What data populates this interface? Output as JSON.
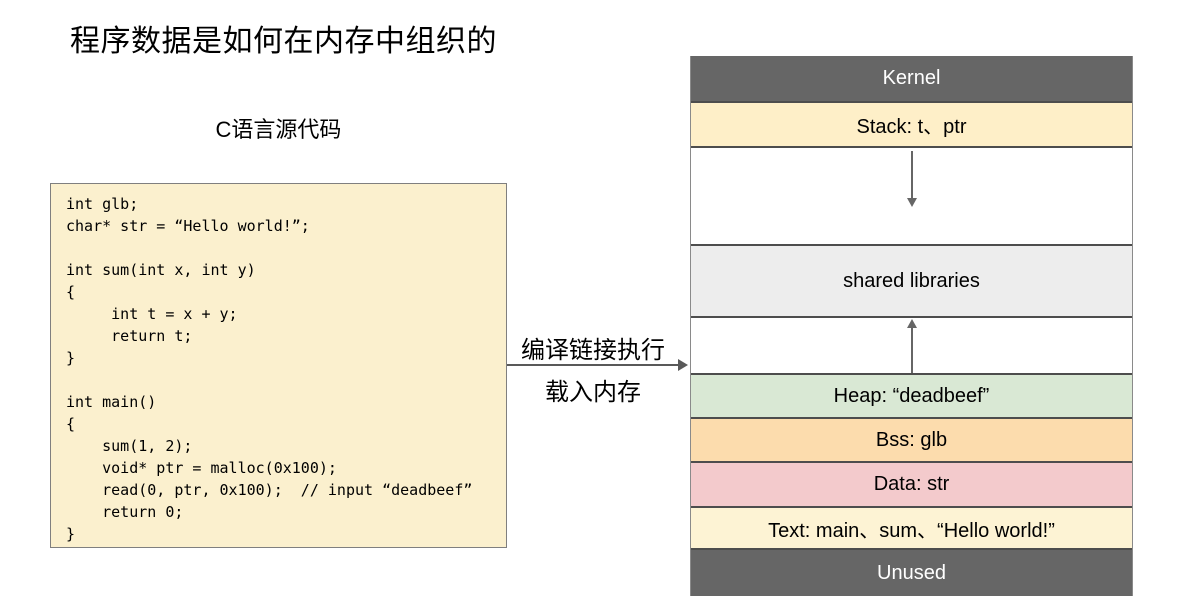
{
  "title": "程序数据是如何在内存中组织的",
  "source": {
    "label": "C语言源代码",
    "code": "int glb;\nchar* str = “Hello world!”;\n\nint sum(int x, int y)\n{\n     int t = x + y;\n     return t;\n}\n\nint main()\n{\n    sum(1, 2);\n    void* ptr = malloc(0x100);\n    read(0, ptr, 0x100);  // input “deadbeef”\n    return 0;\n}"
  },
  "transform": {
    "label_top": "编译链接执行",
    "label_bottom": "载入内存"
  },
  "memory": {
    "sections": [
      {
        "id": "kernel",
        "label": "Kernel",
        "bg": "#666666",
        "fg": "#ffffff"
      },
      {
        "id": "stack",
        "label": "Stack: t、ptr",
        "bg": "#feefc8",
        "fg": "#000000"
      },
      {
        "id": "stack-gap",
        "label": "",
        "bg": "#ffffff",
        "fg": "#000000"
      },
      {
        "id": "shared",
        "label": "shared libraries",
        "bg": "#ededed",
        "fg": "#000000"
      },
      {
        "id": "heap-gap",
        "label": "",
        "bg": "#ffffff",
        "fg": "#000000"
      },
      {
        "id": "heap",
        "label": "Heap: “deadbeef”",
        "bg": "#d9e8d4",
        "fg": "#000000"
      },
      {
        "id": "bss",
        "label": "Bss: glb",
        "bg": "#fcdcad",
        "fg": "#000000"
      },
      {
        "id": "data",
        "label": "Data: str",
        "bg": "#f3cacc",
        "fg": "#000000"
      },
      {
        "id": "text",
        "label": "Text: main、sum、“Hello world!”",
        "bg": "#fdf3d4",
        "fg": "#000000"
      },
      {
        "id": "unused",
        "label": "Unused",
        "bg": "#666666",
        "fg": "#ffffff"
      }
    ]
  },
  "colors": {
    "kernel_gray": "#666666",
    "section_border": "#4d4d4d",
    "column_edge": "#8a8a8a",
    "code_box_bg": "#fbf0ce",
    "code_box_border": "#7f7f7f",
    "arrow_gray": "#595959",
    "stack_cream": "#feefc8",
    "shared_gray": "#ededed",
    "heap_green": "#d9e8d4",
    "bss_orange": "#fcdcad",
    "data_pink": "#f3cacc",
    "text_cream": "#fdf3d4"
  }
}
